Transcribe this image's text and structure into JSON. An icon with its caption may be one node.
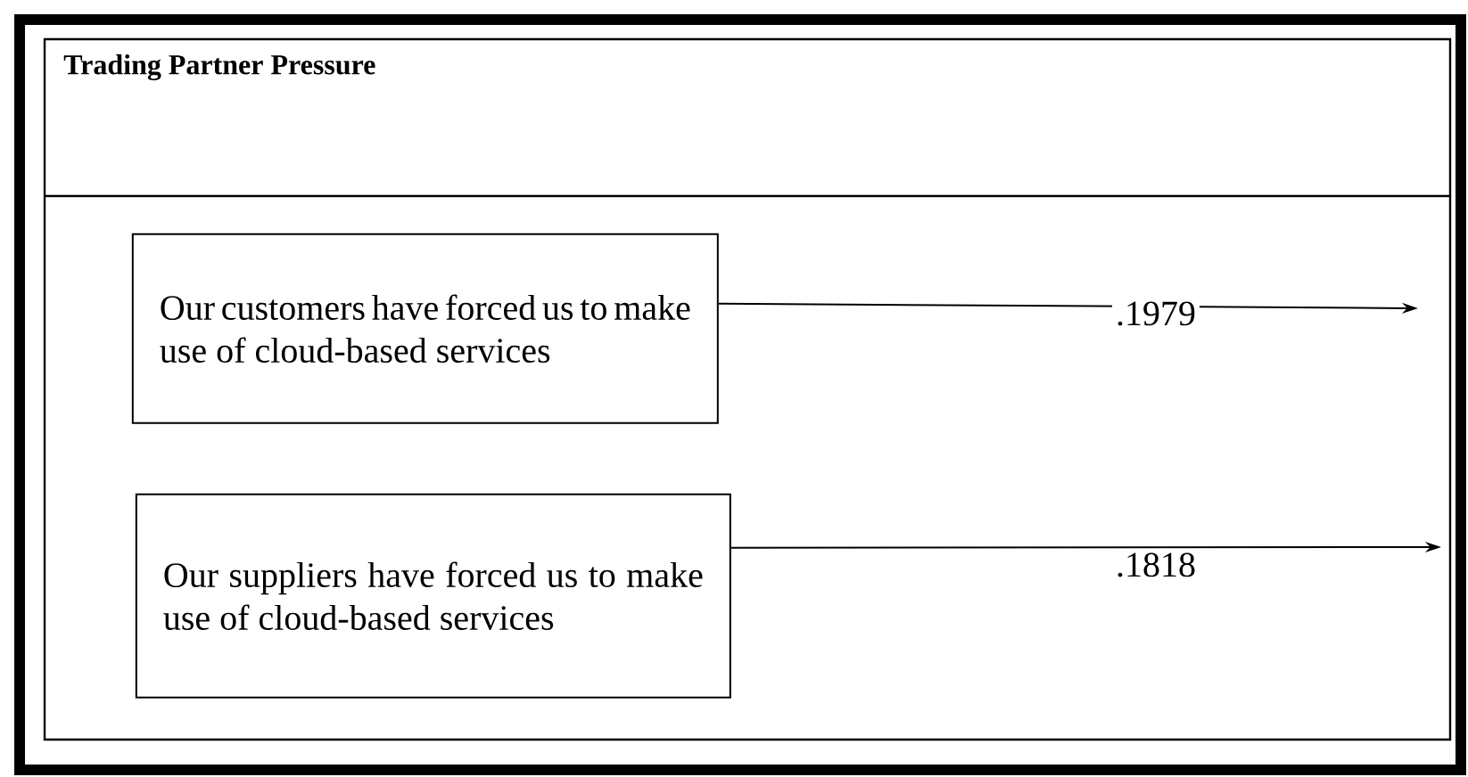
{
  "diagram": {
    "nodes": [
      {
        "text": [
          "Trading Partner Pressure"
        ]
      },
      {
        "text": [
          "Our customers have forced us to make use of cloud-based services"
        ],
        "in": 0
      },
      {
        "text": [
          "Our suppliers have forced us to make use of cloud-based services"
        ],
        "in": 0
      }
    ],
    "edges": [
      {
        "from": 1,
        "to": null,
        "arrow": "to",
        "label": ".1979"
      },
      {
        "from": 2,
        "to": null,
        "arrow": "to",
        "label": ".1818"
      }
    ]
  }
}
